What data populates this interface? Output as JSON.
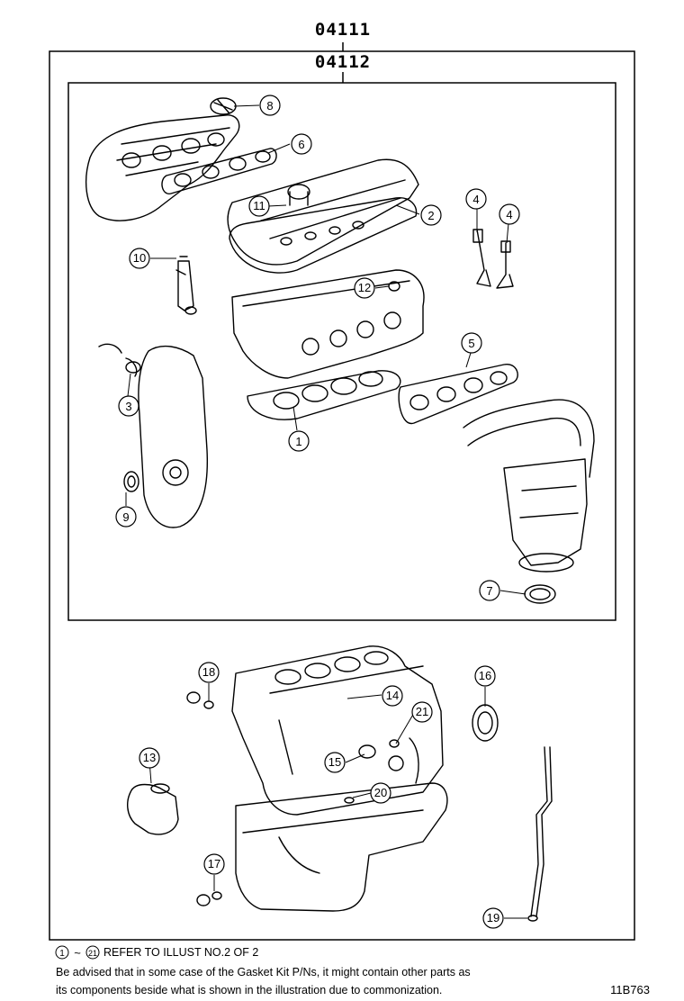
{
  "kits": {
    "outer_code": "04111",
    "inner_code": "04112"
  },
  "callouts": [
    {
      "num": "1"
    },
    {
      "num": "2"
    },
    {
      "num": "3"
    },
    {
      "num": "4"
    },
    {
      "num": "4"
    },
    {
      "num": "5"
    },
    {
      "num": "6"
    },
    {
      "num": "7"
    },
    {
      "num": "8"
    },
    {
      "num": "9"
    },
    {
      "num": "10"
    },
    {
      "num": "11"
    },
    {
      "num": "12"
    },
    {
      "num": "13"
    },
    {
      "num": "14"
    },
    {
      "num": "15"
    },
    {
      "num": "16"
    },
    {
      "num": "17"
    },
    {
      "num": "18"
    },
    {
      "num": "19"
    },
    {
      "num": "20"
    },
    {
      "num": "21"
    }
  ],
  "footer": {
    "range_start": "1",
    "range_sep": "~",
    "range_end": "21",
    "refer_text": "REFER TO ILLUST NO.2 OF 2",
    "note_line1": "Be advised that in some case of the Gasket Kit P/Ns,  it might contain other parts as",
    "note_line2": "its components beside what is shown in the illustration due to commonization.",
    "figure_id": "11B763"
  }
}
